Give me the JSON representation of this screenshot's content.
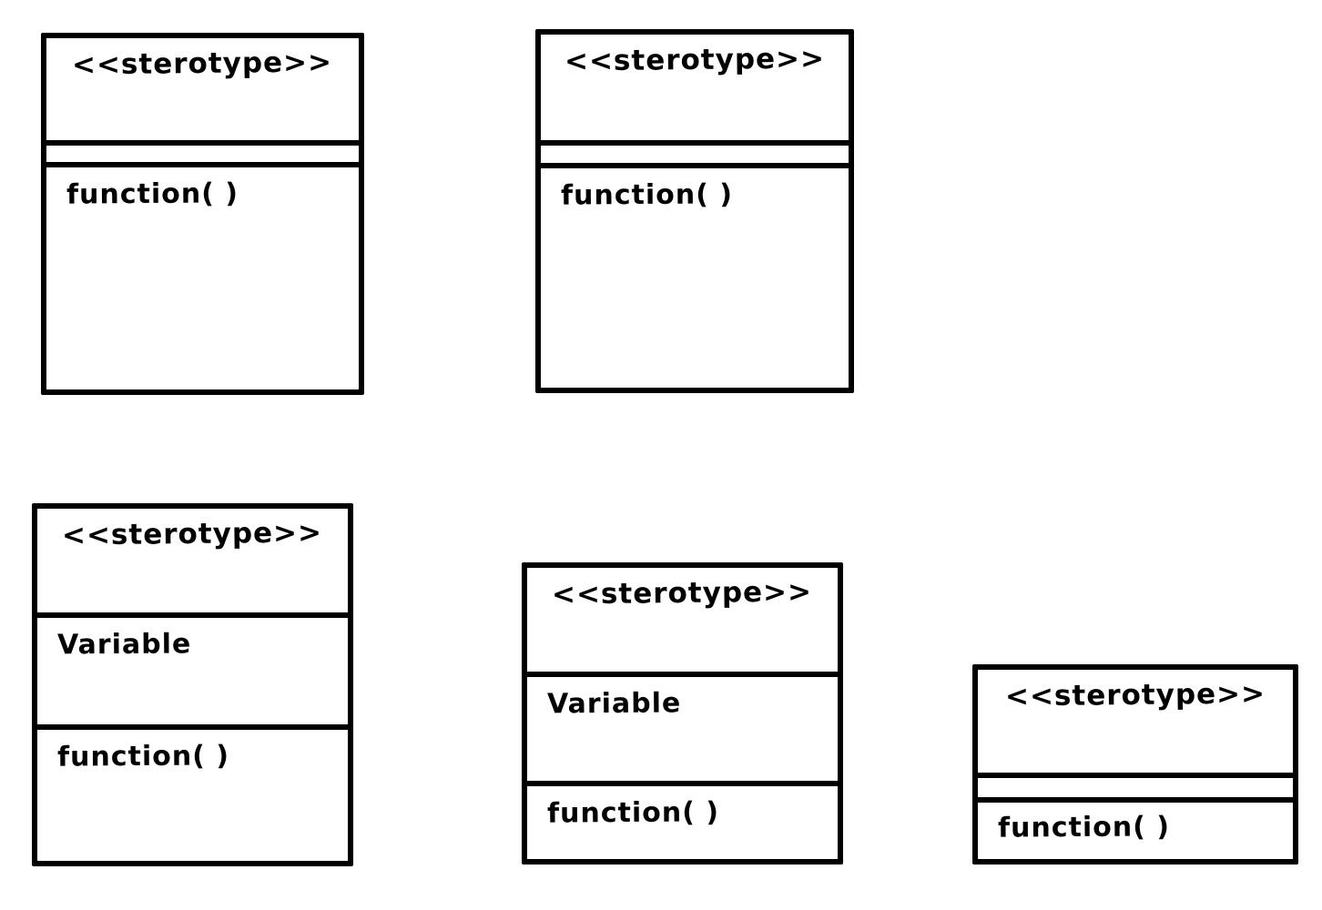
{
  "diagram": {
    "description": "Hand-drawn UML class diagram sketch with five class boxes",
    "ink_color": "#000000",
    "background_color": "#ffffff"
  },
  "boxes": [
    {
      "id": "class-box-1",
      "stereotype": "<<sterotype>>",
      "attributes": "",
      "operations": "function( )"
    },
    {
      "id": "class-box-2",
      "stereotype": "<<sterotype>>",
      "attributes": "",
      "operations": "function( )"
    },
    {
      "id": "class-box-3",
      "stereotype": "<<sterotype>>",
      "attributes": "Variable",
      "operations": "function( )"
    },
    {
      "id": "class-box-4",
      "stereotype": "<<sterotype>>",
      "attributes": "Variable",
      "operations": "function( )"
    },
    {
      "id": "class-box-5",
      "stereotype": "<<sterotype>>",
      "attributes": "",
      "operations": "function( )"
    }
  ]
}
